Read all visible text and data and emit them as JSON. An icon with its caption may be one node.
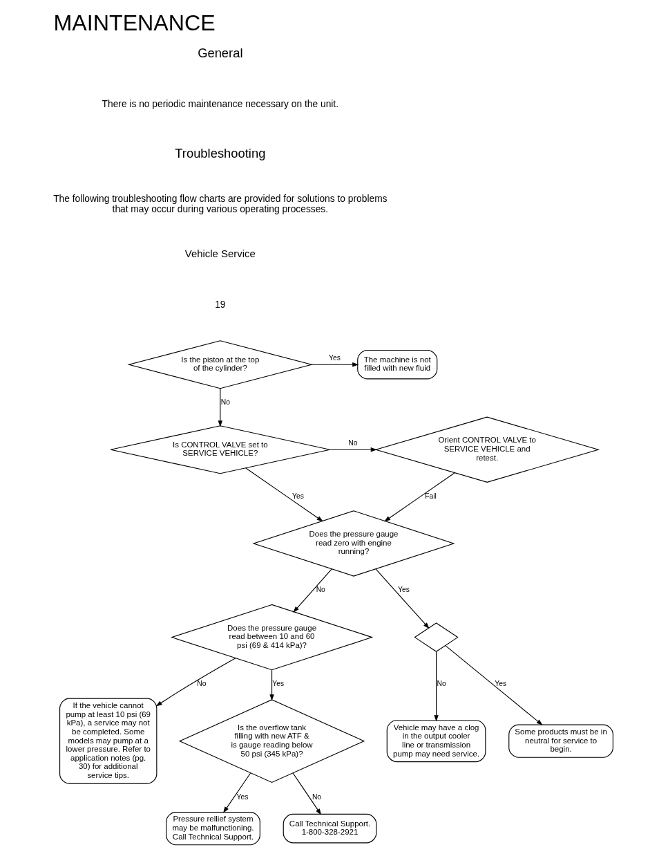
{
  "diagram": {
    "title": "MAINTENANCE",
    "nodes": [
      {
        "text": [
          "The machine is not filled with new fluid"
        ]
      },
      {
        "text": [
          "Is the piston at the top of the cylinder?"
        ]
      },
      {
        "text": [
          "Orient CONTROL VALVE to SERVICE VEHICLE and retest."
        ]
      },
      {
        "text": [
          "Is CONTROL VALVE set to SERVICE VEHICLE?"
        ]
      },
      {
        "text": [
          "Does the pressure gauge read zero with engine running?"
        ]
      },
      {
        "text": [
          "Vehicle may have a clog in the output cooler line or transmission pump may need service."
        ]
      },
      {
        "text": [
          "Does the pressure gauge read between 10 and 60 psi (69 & 414 kPa)?"
        ]
      },
      {
        "text": [],
        "shape": "diamond"
      },
      {
        "text": [
          "Some products must be in neutral for service to begin."
        ]
      },
      {
        "text": [
          "If the vehicle cannot pump at least 10 psi (69 kPa), a service may not be completed. Some models may pump at a lower pressure. Refer to application notes (pg. 30) for additional service tips."
        ]
      },
      {
        "text": [
          "Is the overflow tank filling with new ATF & is gauge reading below 50 psi (345 kPa)?"
        ]
      },
      {
        "text": [
          "Pressure rellief system may be malfunctioning. Call Technical Support."
        ]
      },
      {
        "text": [
          "Call Technical Support. 1-800-328-2921"
        ]
      }
    ],
    "edges": [
      {
        "from": 1,
        "to": 0,
        "arrow": "to",
        "label": "Yes"
      },
      {
        "from": 1,
        "to": 3,
        "arrow": "to",
        "label": "No"
      },
      {
        "from": 3,
        "to": 2,
        "arrow": "to",
        "label": "No"
      },
      {
        "from": 2,
        "to": 4,
        "arrow": "to",
        "label": "Fail"
      },
      {
        "from": 3,
        "to": 4,
        "arrow": "to",
        "label": "Yes"
      },
      {
        "from": 4,
        "to": 6,
        "arrow": "to",
        "label": "No"
      },
      {
        "from": 4,
        "to": 7,
        "arrow": "to",
        "label": "Yes"
      },
      {
        "from": 7,
        "to": 5,
        "arrow": "to",
        "label": "No"
      },
      {
        "from": 7,
        "to": 8,
        "arrow": "to",
        "label": "Yes"
      },
      {
        "from": 6,
        "to": 10,
        "arrow": "to",
        "label": "Yes"
      },
      {
        "from": 6,
        "to": 9,
        "arrow": "to",
        "label": "No"
      },
      {
        "from": 10,
        "to": 11,
        "arrow": "to",
        "label": "Yes"
      },
      {
        "from": 10,
        "to": 12,
        "arrow": "to",
        "label": "No"
      }
    ],
    "labels": [
      "General",
      "There is no periodic maintenance necessary on the unit.",
      "Troubleshooting",
      "The following troubleshooting flow charts are provided for solutions to problems that may occur during various operating processes.",
      "Vehicle Service",
      "19"
    ]
  }
}
